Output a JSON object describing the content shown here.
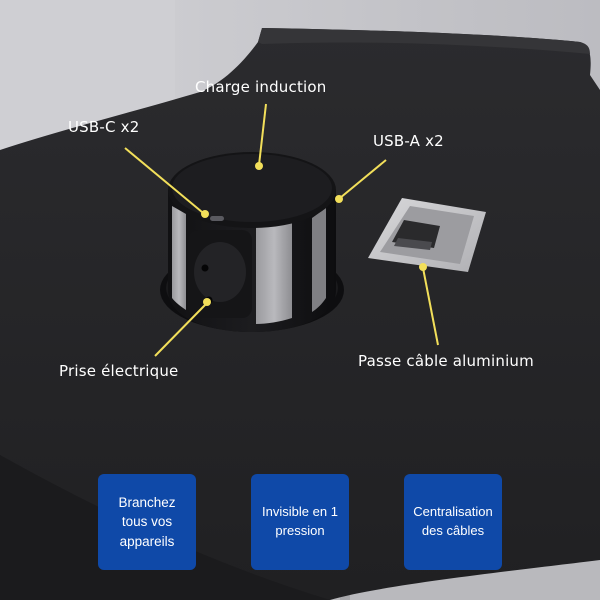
{
  "annotations": {
    "induction": "Charge induction",
    "usb_c": "USB-C x2",
    "usb_a": "USB-A x2",
    "prise": "Prise électrique",
    "passe_cable": "Passe câble aluminium"
  },
  "badges": [
    {
      "text": "Branchez tous vos appareils"
    },
    {
      "text": "Invisible en 1 pression"
    },
    {
      "text": "Centralisation des câbles"
    }
  ],
  "colors": {
    "wall": "#c9c9cd",
    "desk": "#262628",
    "callout_line": "#f2df5a",
    "badge": "#0f49a8",
    "label_text": "#ffffff"
  }
}
